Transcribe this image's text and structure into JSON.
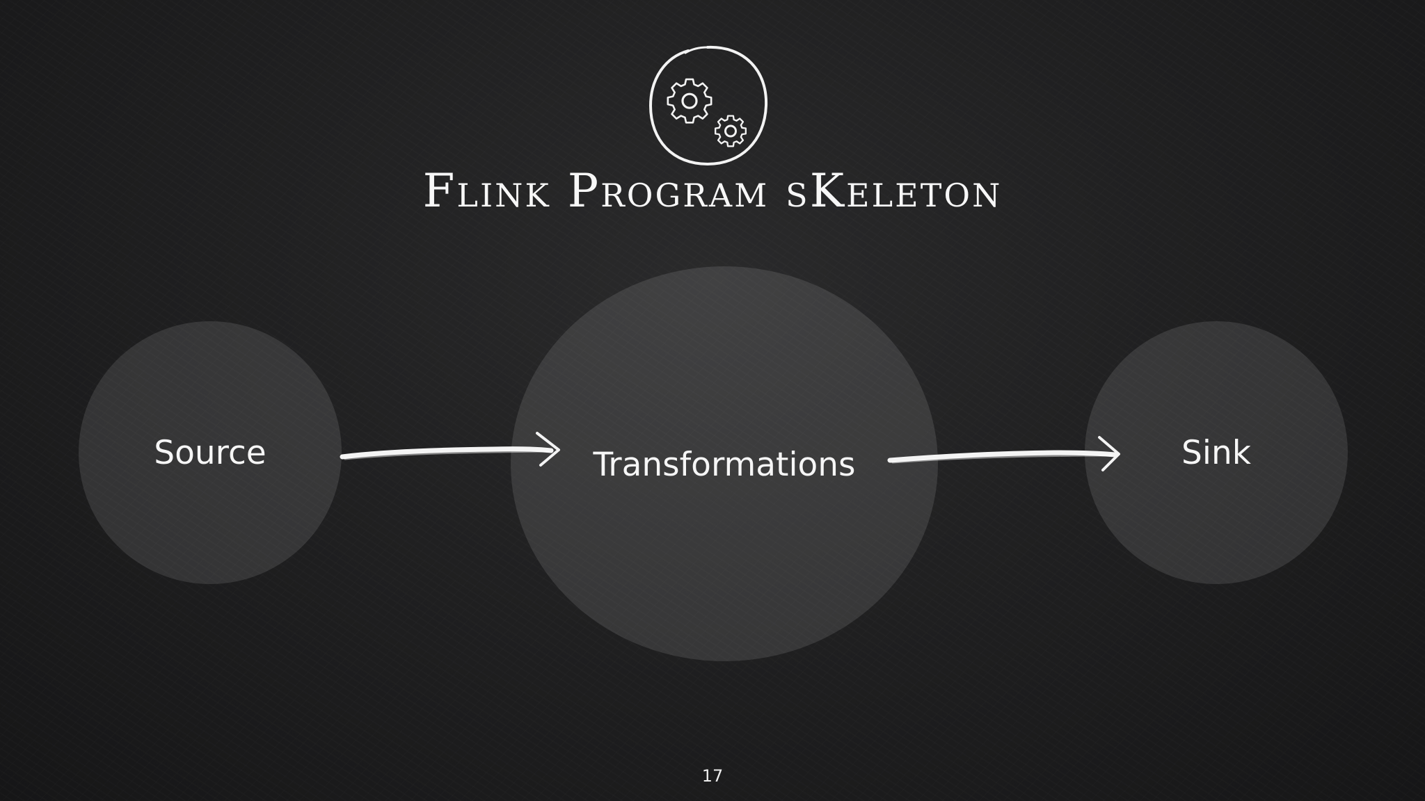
{
  "slide": {
    "title": "Flink Program sKeleton",
    "page_number": "17",
    "logo_icon": "gears-icon"
  },
  "diagram": {
    "nodes": [
      {
        "id": "source",
        "label": "Source"
      },
      {
        "id": "transformations",
        "label": "Transformations"
      },
      {
        "id": "sink",
        "label": "Sink"
      }
    ],
    "edges": [
      {
        "from": "source",
        "to": "transformations"
      },
      {
        "from": "transformations",
        "to": "sink"
      }
    ]
  },
  "colors": {
    "background": "#1c1c1d",
    "chalk": "#f4f4f4",
    "node_fill": "#3a3a3c"
  }
}
